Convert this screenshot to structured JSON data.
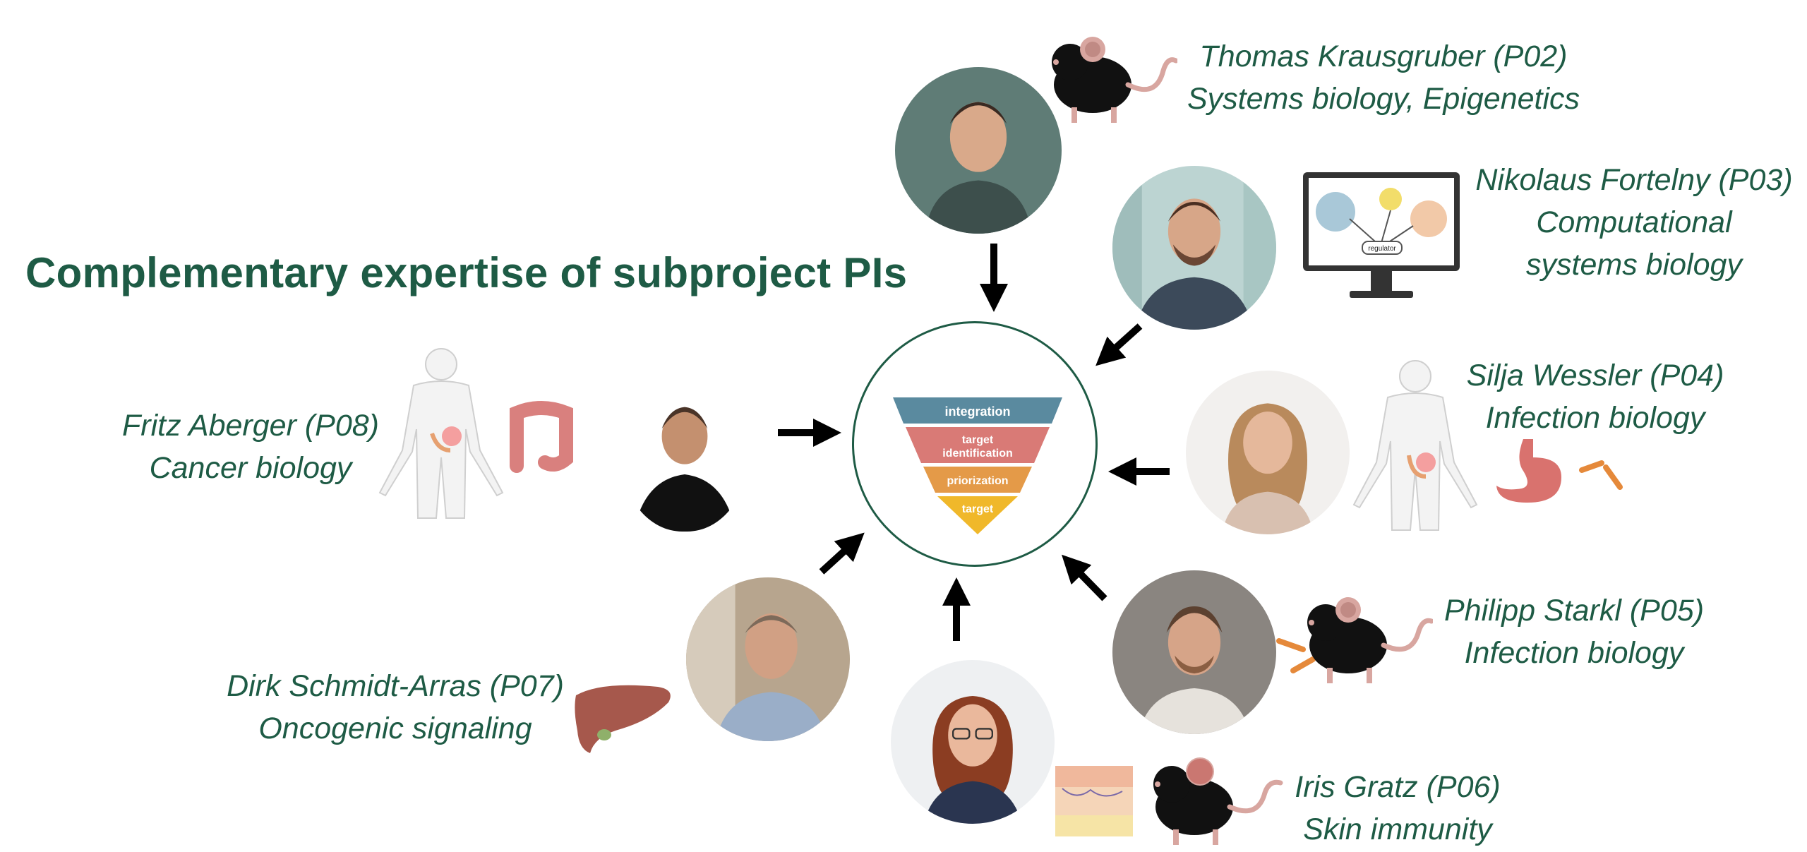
{
  "title": "Complementary expertise of subproject PIs",
  "funnel": {
    "levels": [
      "integration",
      "target",
      "identification",
      "priorization",
      "target"
    ],
    "colors": [
      "#5a8a9f",
      "#d97a76",
      "#e49a48",
      "#f0b82a"
    ]
  },
  "network_icon_label": "regulator",
  "colors": {
    "text": "#1e5b45",
    "hub_border": "#1e5b45",
    "arrow": "#000000"
  },
  "pis": [
    {
      "id": "p02",
      "name": "Thomas Krausgruber (P02)",
      "field": "Systems biology, Epigenetics"
    },
    {
      "id": "p03",
      "name": "Nikolaus Fortelny (P03)",
      "field_lines": [
        "Computational",
        "systems biology"
      ]
    },
    {
      "id": "p04",
      "name": "Silja Wessler (P04)",
      "field": "Infection biology"
    },
    {
      "id": "p05",
      "name": "Philipp Starkl (P05)",
      "field": "Infection biology"
    },
    {
      "id": "p06",
      "name": "Iris Gratz (P06)",
      "field": "Skin immunity"
    },
    {
      "id": "p07",
      "name": "Dirk Schmidt-Arras (P07)",
      "field": "Oncogenic signaling"
    },
    {
      "id": "p08",
      "name": "Fritz Aberger (P08)",
      "field": "Cancer biology"
    }
  ],
  "icons": [
    "mouse-icon",
    "monitor-network-icon",
    "human-body-icon",
    "colon-icon",
    "stomach-icon",
    "bacteria-icon",
    "skin-layer-icon",
    "liver-icon",
    "arrow-icon"
  ]
}
